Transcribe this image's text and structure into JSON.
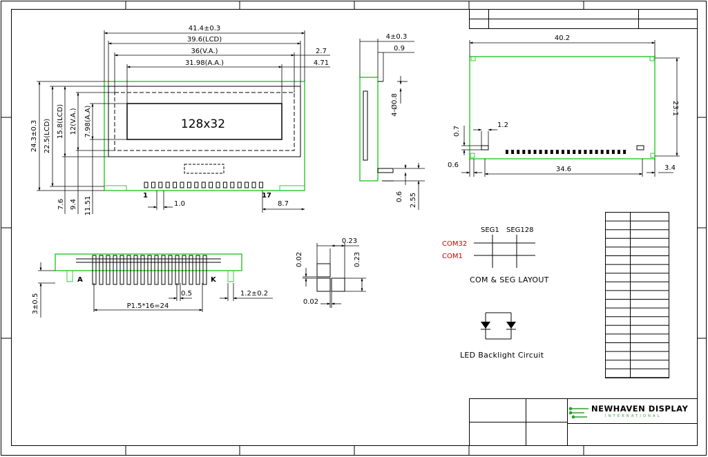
{
  "front_view": {
    "dim_outline": "41.4±0.3",
    "dim_lcd": "39.6(LCD)",
    "dim_va": "36(V.A.)",
    "dim_aa": "31.98(A.A.)",
    "dim_right_a": "2.7",
    "dim_right_b": "4.71",
    "dim_h_outline": "24.3±0.3",
    "dim_h_lcd": "22.5(LCD)",
    "dim_h_lcd2": "15.8(LCD)",
    "dim_h_va": "12(V.A.)",
    "dim_h_aa": "7.98(A.A)",
    "resolution_label": "128x32",
    "dim_bot_a": "7.6",
    "dim_bot_b": "9.4",
    "dim_bot_c": "11.51",
    "pin_first": "1",
    "pin_last": "17",
    "dim_pitch": "1.0",
    "dim_right_edge": "8.7"
  },
  "side_view": {
    "dim_thickness": "4±0.3",
    "dim_glass": "0.9",
    "dim_holes": "4-Ø0.8",
    "dim_pin_a": "0.6",
    "dim_pin_b": "2.55"
  },
  "back_view": {
    "dim_width": "40.2",
    "dim_height": "23.1",
    "dim_pad_h": "0.7",
    "dim_pad_w": "1.2",
    "dim_left": "0.6",
    "dim_span": "34.6",
    "dim_right": "3.4"
  },
  "bottom_view": {
    "anode": "A",
    "cathode": "K",
    "dim_height": "3±0.5",
    "dim_pin_w": "0.5",
    "dim_pitch": "P1.5*16=24",
    "dim_pin_gap": "1.2±0.2"
  },
  "pixel_detail": {
    "dim_w": "0.23",
    "dim_h": "0.23",
    "dim_gap_v": "0.02",
    "dim_gap_h": "0.02"
  },
  "com_seg": {
    "seg1": "SEG1",
    "seg128": "SEG128",
    "com32": "COM32",
    "com1": "COM1",
    "caption": "COM & SEG LAYOUT",
    "com_color": "#cc0000"
  },
  "backlight": {
    "caption": "LED Backlight Circuit"
  },
  "title_block": {
    "logo_text": "NEWHAVEN DISPLAY",
    "logo_sub": "INTERNATIONAL",
    "logo_color": "#2e9e2e"
  },
  "colors": {
    "outline_green": "#33cc33",
    "line": "#000000"
  }
}
